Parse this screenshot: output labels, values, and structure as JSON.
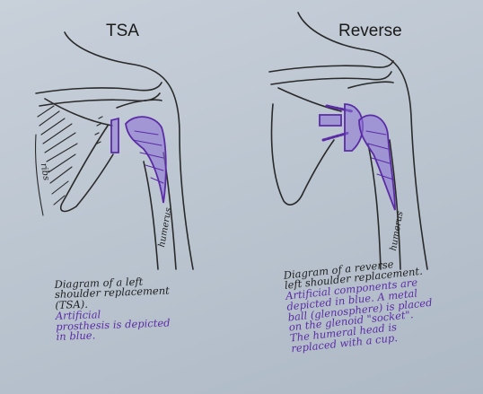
{
  "titles": {
    "left": "TSA",
    "right": "Reverse"
  },
  "labels": {
    "ribs": "ribs",
    "humerus_left": "humerus",
    "humerus_right": "humerus"
  },
  "captions": {
    "left": {
      "black": "Diagram of a left\nshoulder replacement\n(TSA).",
      "purple": "Artificial\nprosthesis is depicted\nin blue."
    },
    "right": {
      "black": "Diagram of a  reverse\nleft shoulder replacement.",
      "purple": "Artificial components are\ndepicted in blue.  A metal\nball (glenosphere) is placed\non the glenoid \"socket\".\nThe humeral head  is\nreplaced with a cup."
    }
  },
  "colors": {
    "ink": "#2a2a2a",
    "implant": "#5b2ca6",
    "implant_fill": "#8d74d6",
    "paper": "#c2cbd6"
  }
}
